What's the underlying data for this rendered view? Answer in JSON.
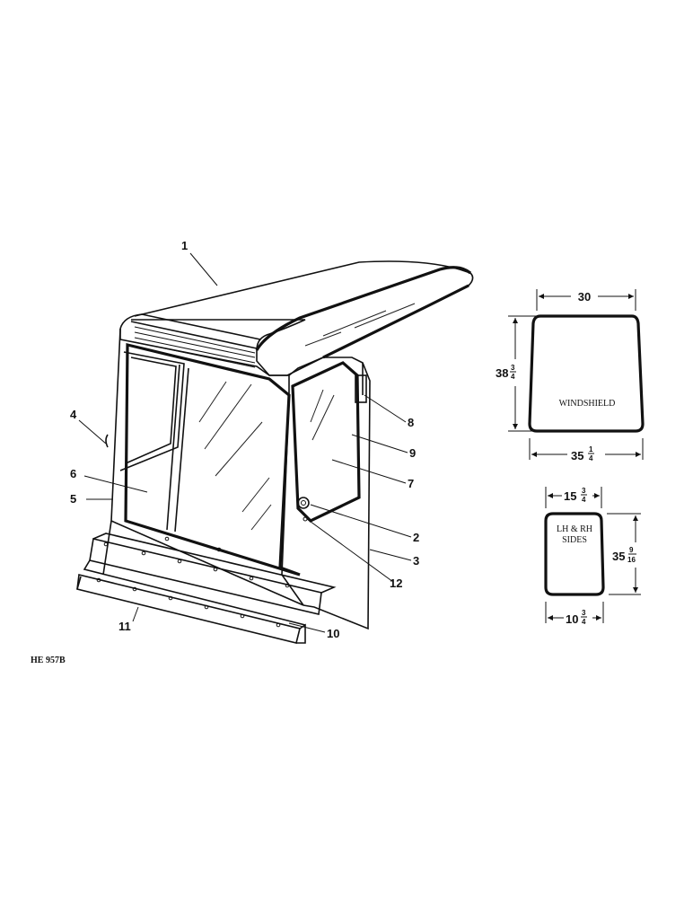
{
  "callouts": {
    "c1": "1",
    "c2": "2",
    "c3": "3",
    "c4": "4",
    "c5": "5",
    "c6": "6",
    "c7": "7",
    "c8": "8",
    "c9": "9",
    "c10": "10",
    "c11": "11",
    "c12": "12"
  },
  "windshield": {
    "label": "WINDSHIELD",
    "top_dim": "30",
    "height_whole": "38",
    "height_frac_num": "3",
    "height_frac_den": "4",
    "bottom_whole": "35",
    "bottom_frac_num": "1",
    "bottom_frac_den": "4"
  },
  "sides": {
    "label_line1": "LH & RH",
    "label_line2": "SIDES",
    "top_whole": "15",
    "top_frac_num": "3",
    "top_frac_den": "4",
    "height_whole": "35",
    "height_frac_num": "9",
    "height_frac_den": "16",
    "bottom_whole": "10",
    "bottom_frac_num": "3",
    "bottom_frac_den": "4"
  },
  "drawing_code": "HE 957B"
}
